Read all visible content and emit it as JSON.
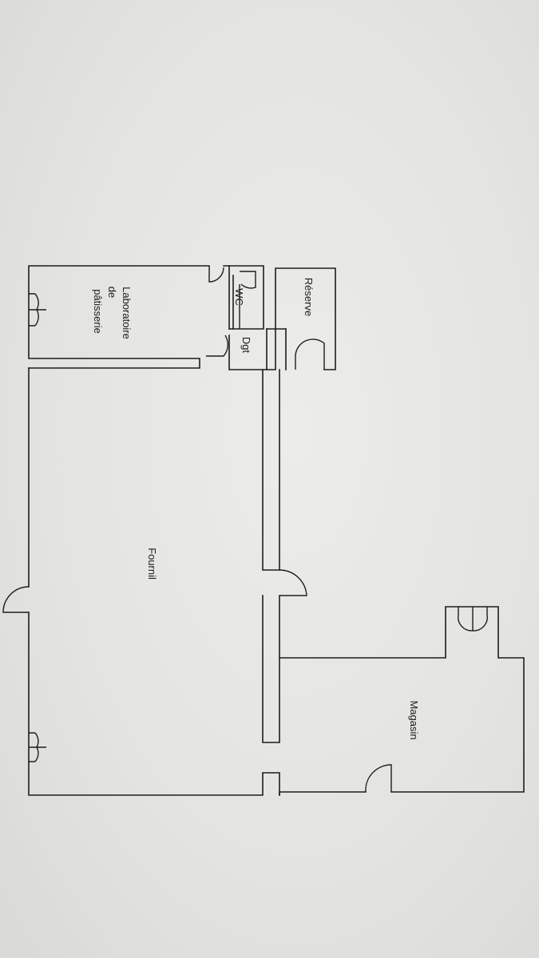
{
  "plan": {
    "rooms": {
      "reserve": "Réserve",
      "wc": "WC",
      "degagement": "Dgt",
      "laboratoire_line1": "Laboratoire",
      "laboratoire_line2": "de",
      "laboratoire_line3": "pâtisserie",
      "fournil": "Fournil",
      "magasin": "Magasin"
    }
  }
}
